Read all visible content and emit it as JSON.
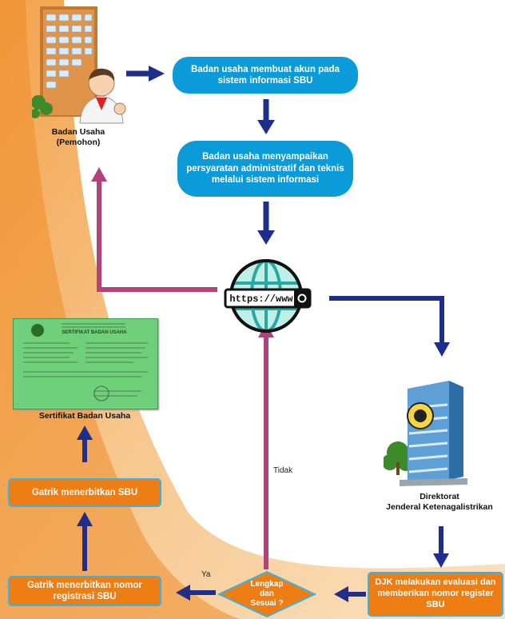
{
  "nodes": {
    "step1": "Badan usaha membuat akun pada sistem informasi SBU",
    "step2": "Badan usaha menyampaikan persyaratan administratif dan teknis melalui sistem informasi",
    "web_label": "https://www",
    "djk_eval": "DJK melakukan evaluasi dan memberikan nomor register SBU",
    "decision": "Lengkap\ndan\nSesuai ?",
    "gatrik_register": "Gatrik menerbitkan nomor registrasi SBU",
    "gatrik_sbu": "Gatrik menerbitkan SBU"
  },
  "labels": {
    "applicant": "Badan Usaha\n(Pemohon)",
    "directorate": "Direktorat\nJenderal Ketenagalistrikan",
    "certificate": "Sertifikat Badan Usaha",
    "yes": "Ya",
    "no": "Tidak"
  },
  "certificate_doc": {
    "title": "SERTIFIKAT BADAN USAHA"
  },
  "colors": {
    "flow_arrow": "#1f2e8a",
    "reject_arrow": "#b2437a",
    "pill": "#0b9bd9",
    "orange": "#ee7e14",
    "box_border": "#37b3e6",
    "certificate": "#6fcf7a",
    "globe": "#2aa7a0"
  },
  "icons": [
    "office-building-icon",
    "businessman-icon",
    "globe-icon",
    "government-building-icon",
    "certificate-icon",
    "tree-icon"
  ]
}
